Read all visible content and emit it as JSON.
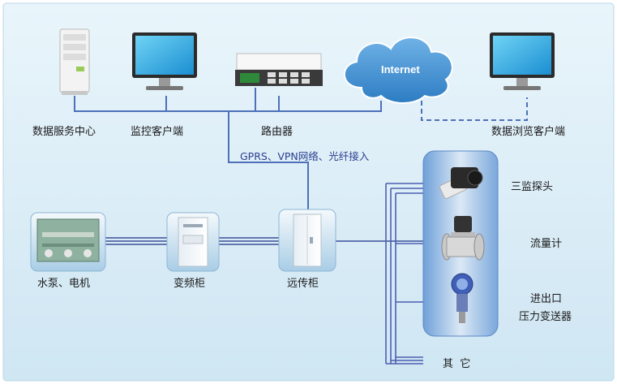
{
  "top_nodes": {
    "data_center": "数据服务中心",
    "monitor_client": "监控客户端",
    "router": "路由器",
    "internet": "Internet",
    "browser_client": "数据浏览客户端"
  },
  "link_label": "GPRS、VPN网络、光纤接入",
  "bottom_nodes": {
    "pump_motor": "水泵、电机",
    "vfd_cabinet": "变频柜",
    "remote_cabinet": "远传柜"
  },
  "sensors": {
    "three_probe": "三监探头",
    "flow_meter": "流量计",
    "pressure_line1": "进出口",
    "pressure_line2": "压力变送器",
    "others": "其  它"
  },
  "colors": {
    "background": "#d8ecf6",
    "line": "#5a78b8",
    "line_dark": "#3b4f99",
    "cloud": "#3e8fd0"
  }
}
